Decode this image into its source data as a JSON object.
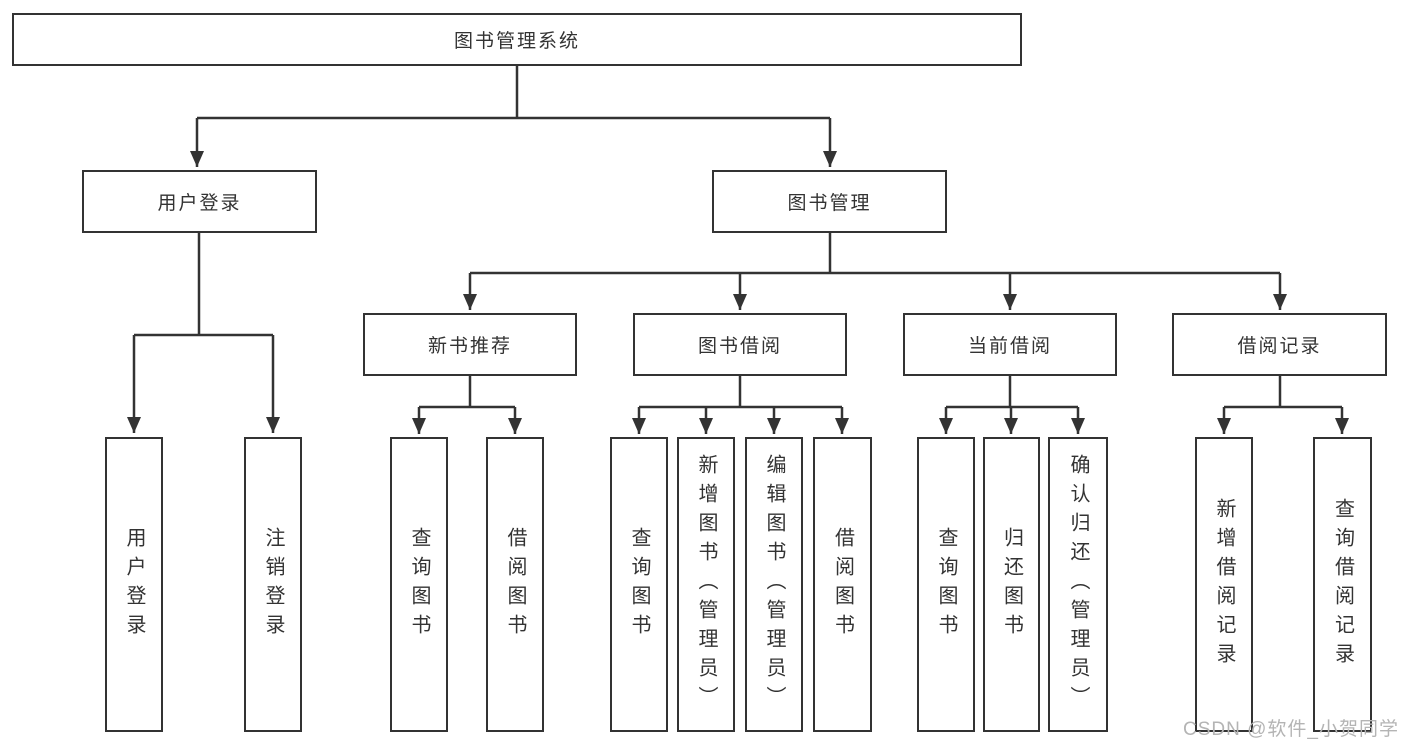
{
  "diagram": {
    "title_node": {
      "label": "图书管理系统"
    },
    "level2": [
      {
        "label": "用户登录"
      },
      {
        "label": "图书管理"
      }
    ],
    "level3": [
      {
        "label": "新书推荐"
      },
      {
        "label": "图书借阅"
      },
      {
        "label": "当前借阅"
      },
      {
        "label": "借阅记录"
      }
    ],
    "leaves": [
      {
        "label": "用户登录"
      },
      {
        "label": "注销登录"
      },
      {
        "label": "查询图书"
      },
      {
        "label": "借阅图书"
      },
      {
        "label": "查询图书"
      },
      {
        "label": "新增图书（管理员）"
      },
      {
        "label": "编辑图书（管理员）"
      },
      {
        "label": "借阅图书"
      },
      {
        "label": "查询图书"
      },
      {
        "label": "归还图书"
      },
      {
        "label": "确认归还（管理员）"
      },
      {
        "label": "新增借阅记录"
      },
      {
        "label": "查询借阅记录"
      }
    ],
    "colors": {
      "line": "#333333",
      "text": "#333333",
      "background": "#ffffff"
    }
  },
  "watermark": {
    "text": "CSDN @软件_小贺同学",
    "color": "#b4b4b4"
  }
}
